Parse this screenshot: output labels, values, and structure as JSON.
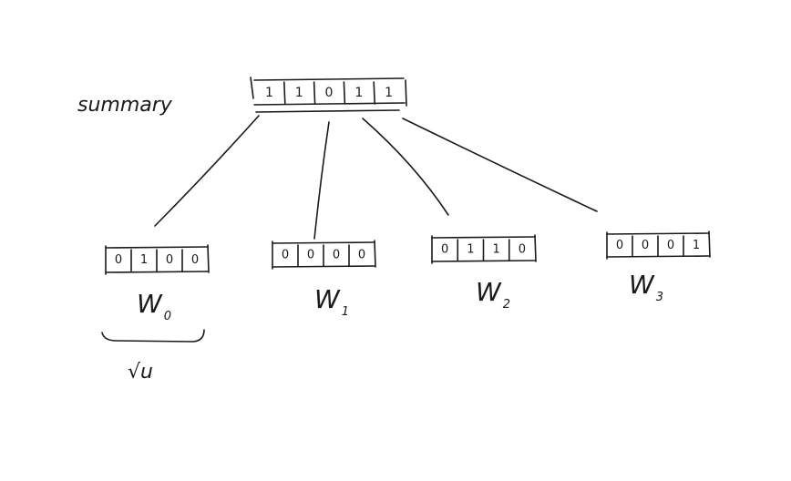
{
  "summary": {
    "label": "summary",
    "bits": [
      "1",
      "1",
      "0",
      "1",
      "1"
    ]
  },
  "clusters": [
    {
      "name": "W",
      "sub": "0",
      "bits": [
        "0",
        "1",
        "0",
        "0"
      ]
    },
    {
      "name": "W",
      "sub": "1",
      "bits": [
        "0",
        "0",
        "0",
        "0"
      ]
    },
    {
      "name": "W",
      "sub": "2",
      "bits": [
        "0",
        "1",
        "1",
        "0"
      ]
    },
    {
      "name": "W",
      "sub": "3",
      "bits": [
        "0",
        "0",
        "0",
        "1"
      ]
    }
  ],
  "annotation": {
    "text": "√u"
  }
}
